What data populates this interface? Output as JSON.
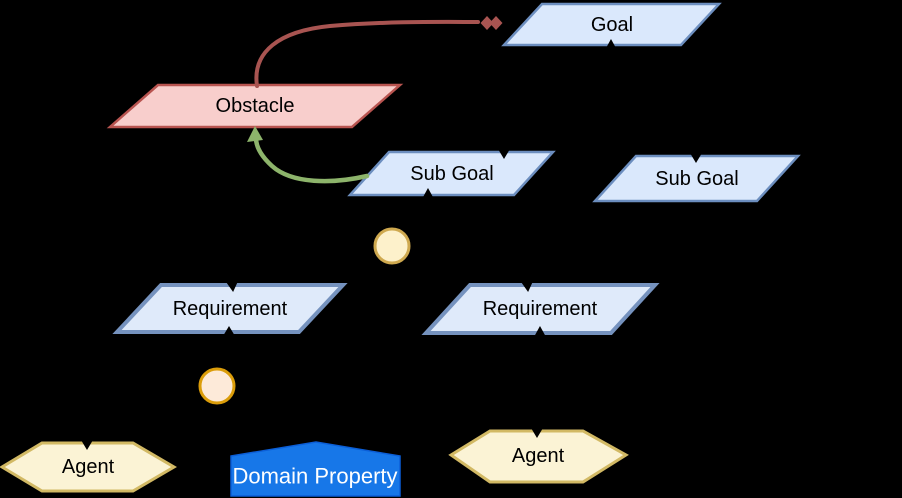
{
  "diagram": {
    "background": "#000000",
    "nodes": {
      "goal": {
        "label": "Goal",
        "shape": "parallelogram"
      },
      "obstacle": {
        "label": "Obstacle",
        "shape": "parallelogram"
      },
      "subgoal_1": {
        "label": "Sub Goal",
        "shape": "parallelogram"
      },
      "subgoal_2": {
        "label": "Sub Goal",
        "shape": "parallelogram"
      },
      "requirement_1": {
        "label": "Requirement",
        "shape": "parallelogram"
      },
      "requirement_2": {
        "label": "Requirement",
        "shape": "parallelogram"
      },
      "agent_1": {
        "label": "Agent",
        "shape": "hexagon"
      },
      "agent_2": {
        "label": "Agent",
        "shape": "hexagon"
      },
      "domain_property": {
        "label": "Domain Property",
        "shape": "pentagon"
      }
    },
    "junctions": {
      "refinement_circle_1": {
        "shape": "circle",
        "style": "yellow"
      },
      "refinement_circle_2": {
        "shape": "circle",
        "style": "orange"
      }
    },
    "edges": {
      "obstruction": {
        "from": "obstacle",
        "to": "goal",
        "head": "double-diamond",
        "color_key": "edge_red"
      },
      "resolution": {
        "from": "subgoal_1",
        "to": "obstacle",
        "head": "arrow",
        "color_key": "edge_green"
      }
    },
    "colors": {
      "goal_fill": "#DAE8FC",
      "goal_stroke": "#6C8EBF",
      "obstacle_fill": "#F8CECC",
      "obstacle_stroke": "#B85450",
      "requirement_fill": "#DFEAFA",
      "requirement_stroke": "#7592BE",
      "circle1_fill": "#FDF1CB",
      "circle1_stroke": "#CFA94F",
      "circle2_fill": "#FDEAD9",
      "circle2_stroke": "#DB9D0A",
      "agent_fill": "#FBF3D5",
      "agent_stroke": "#D2B964",
      "domain_fill": "#1777E8",
      "domain_stroke": "#0B5ED7",
      "domain_text": "#FFFFFF",
      "edge_red": "#A85451",
      "edge_green": "#8DB46B",
      "connector": "#000000"
    }
  }
}
